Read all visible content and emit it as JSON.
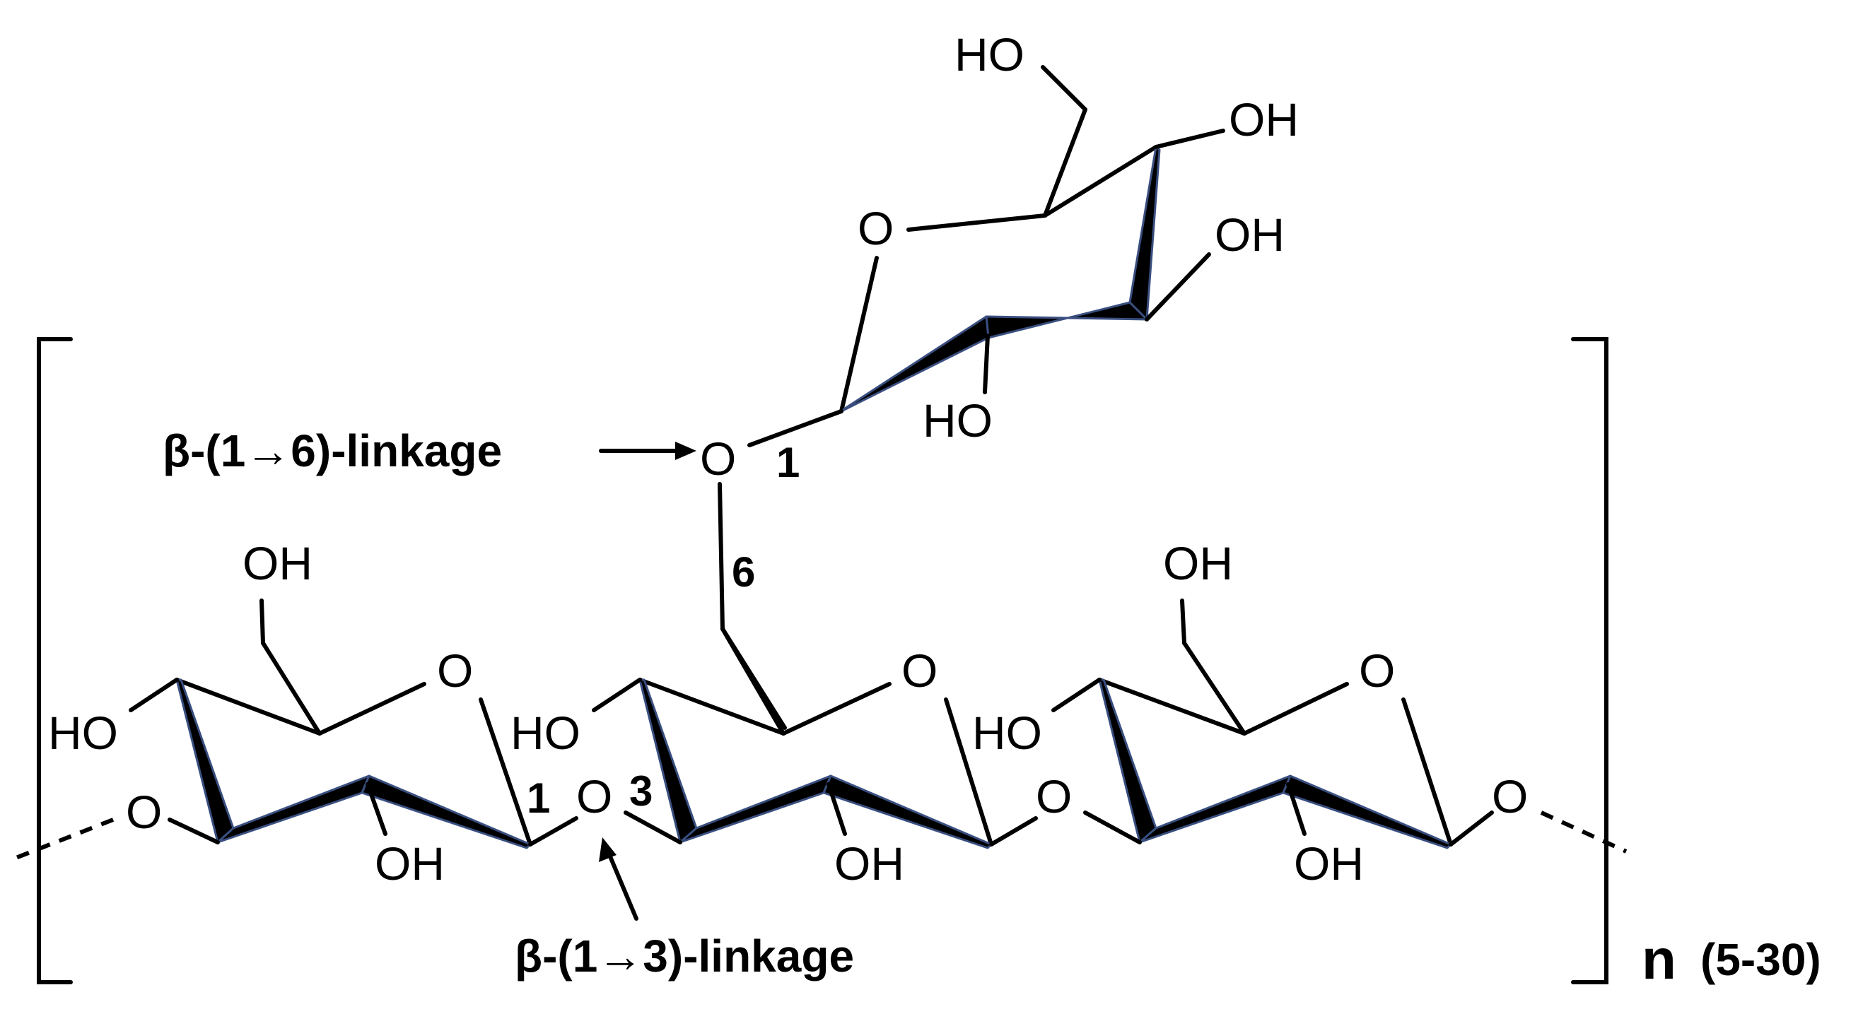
{
  "atoms": {
    "o": "O",
    "oh": "OH",
    "ho": "HO"
  },
  "positions": {
    "c1": "1",
    "c3": "3",
    "c6": "6"
  },
  "labels": {
    "beta_1_6": "β-(1→6)-linkage",
    "beta_1_3": "β-(1→3)-linkage"
  },
  "repeat": {
    "n": "n",
    "range": "(5-30)"
  },
  "colors": {
    "bond": "#000000",
    "wedge_edge": "#3a4f80"
  }
}
